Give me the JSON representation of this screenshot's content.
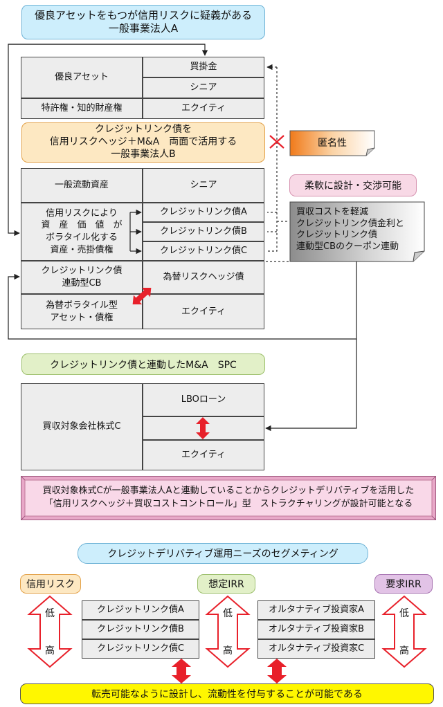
{
  "entity_a": {
    "title": "優良アセットをもつが信用リスクに疑義がある\n一般事業法人A"
  },
  "table1": {
    "left": [
      "優良アセット",
      "特許権・知的財産権"
    ],
    "right": [
      "買掛金",
      "シニア",
      "エクイティ"
    ]
  },
  "entity_b": {
    "title": "クレジットリンク債を\n信用リスクヘッジ＋M&A　両面で活用する\n一般事業法人B"
  },
  "anonymity": "匿名性",
  "flexible": "柔軟に設計・交渉可能",
  "note": "買収コストを軽減\nクレジットリンク債金利と\nクレジットリンク債\n連動型CBのクーポン連動",
  "table2": {
    "left_top": "一般流動資産",
    "left_mid": "信用リスクにより\n資　産　価　値　が\nボラタイル化する\n資産・売掛債権",
    "left_cb": "クレジットリンク債\n連動型CB",
    "left_bottom": "為替ボラタイル型\nアセット・債権",
    "right": [
      "シニア",
      "クレジットリンク債A",
      "クレジットリンク債B",
      "クレジットリンク債C",
      "為替リスクヘッジ債",
      "エクイティ"
    ]
  },
  "spc": {
    "title": "クレジットリンク債と連動したM&A　SPC"
  },
  "table3": {
    "left": "買収対象会社株式C",
    "right": [
      "LBOローン",
      "エクイティ"
    ]
  },
  "banner": "買収対象株式Cが一般事業法人Aと連動していることからクレジットデリバティブを活用した\n「信用リスクヘッジ＋買収コストコントロール」型　ストラクチャリングが設計可能となる",
  "segment": {
    "title": "クレジットデリバティブ運用ニーズのセグメティング",
    "labels": [
      "信用リスク",
      "想定IRR",
      "要求IRR"
    ],
    "arrow_top": "低",
    "arrow_bottom": "高",
    "bonds": [
      "クレジットリンク債A",
      "クレジットリンク債B",
      "クレジットリンク債C"
    ],
    "investors": [
      "オルタナティブ投資家A",
      "オルタナティブ投資家B",
      "オルタナティブ投資家C"
    ]
  },
  "footer": "転売可能なように設計し、流動性を付与することが可能である",
  "colors": {
    "cyan": "#cdeefc",
    "orange": "#fde8c2",
    "green": "#e2f0c8",
    "pink": "#f8d9e6",
    "purple": "#e2c3e6",
    "yellow": "#fff700",
    "red_arrow": "#e8202a",
    "cross": "#e8202a"
  },
  "icons": [
    "bidirectional-red-arrow",
    "hollow-red-double-arrow",
    "red-cross",
    "connector-arrow"
  ]
}
